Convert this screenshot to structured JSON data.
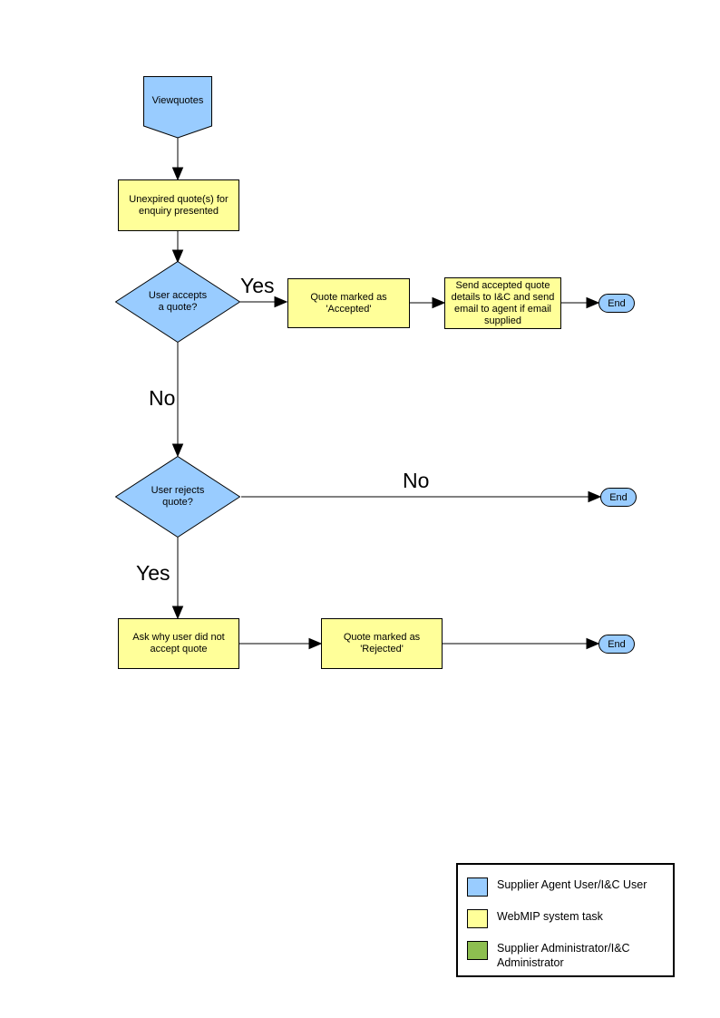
{
  "diagram": {
    "colors": {
      "node_blue": "#99CCFF",
      "node_yellow": "#FFFF99",
      "node_green": "#8DBE50",
      "line": "#000000"
    },
    "nodes": {
      "start": {
        "label": "Viewquotes",
        "type": "offpage-connector"
      },
      "present_quotes": {
        "label": "Unexpired quote(s) for enquiry presented",
        "type": "process"
      },
      "accepts_decision": {
        "label": "User accepts a quote?",
        "type": "decision"
      },
      "mark_accepted": {
        "label": "Quote  marked as 'Accepted'",
        "type": "process"
      },
      "send_details": {
        "label": "Send accepted quote details to I&C and send email to agent if email supplied",
        "type": "process"
      },
      "end_accepted": {
        "label": "End",
        "type": "terminator"
      },
      "rejects_decision": {
        "label": "User rejects quote?",
        "type": "decision"
      },
      "end_not_rejected": {
        "label": "End",
        "type": "terminator"
      },
      "ask_why": {
        "label": "Ask why user did not accept quote",
        "type": "process"
      },
      "mark_rejected": {
        "label": "Quote  marked as 'Rejected'",
        "type": "process"
      },
      "end_rejected": {
        "label": "End",
        "type": "terminator"
      }
    },
    "edge_labels": {
      "accepts_yes": "Yes",
      "accepts_no": "No",
      "rejects_no": "No",
      "rejects_yes": "Yes"
    },
    "legend": {
      "items": [
        {
          "swatch_color": "#99CCFF",
          "label": "Supplier Agent User/I&C User"
        },
        {
          "swatch_color": "#FFFF99",
          "label": "WebMIP system task"
        },
        {
          "swatch_color": "#8DBE50",
          "label": "Supplier Administrator/I&C Administrator"
        }
      ]
    }
  }
}
